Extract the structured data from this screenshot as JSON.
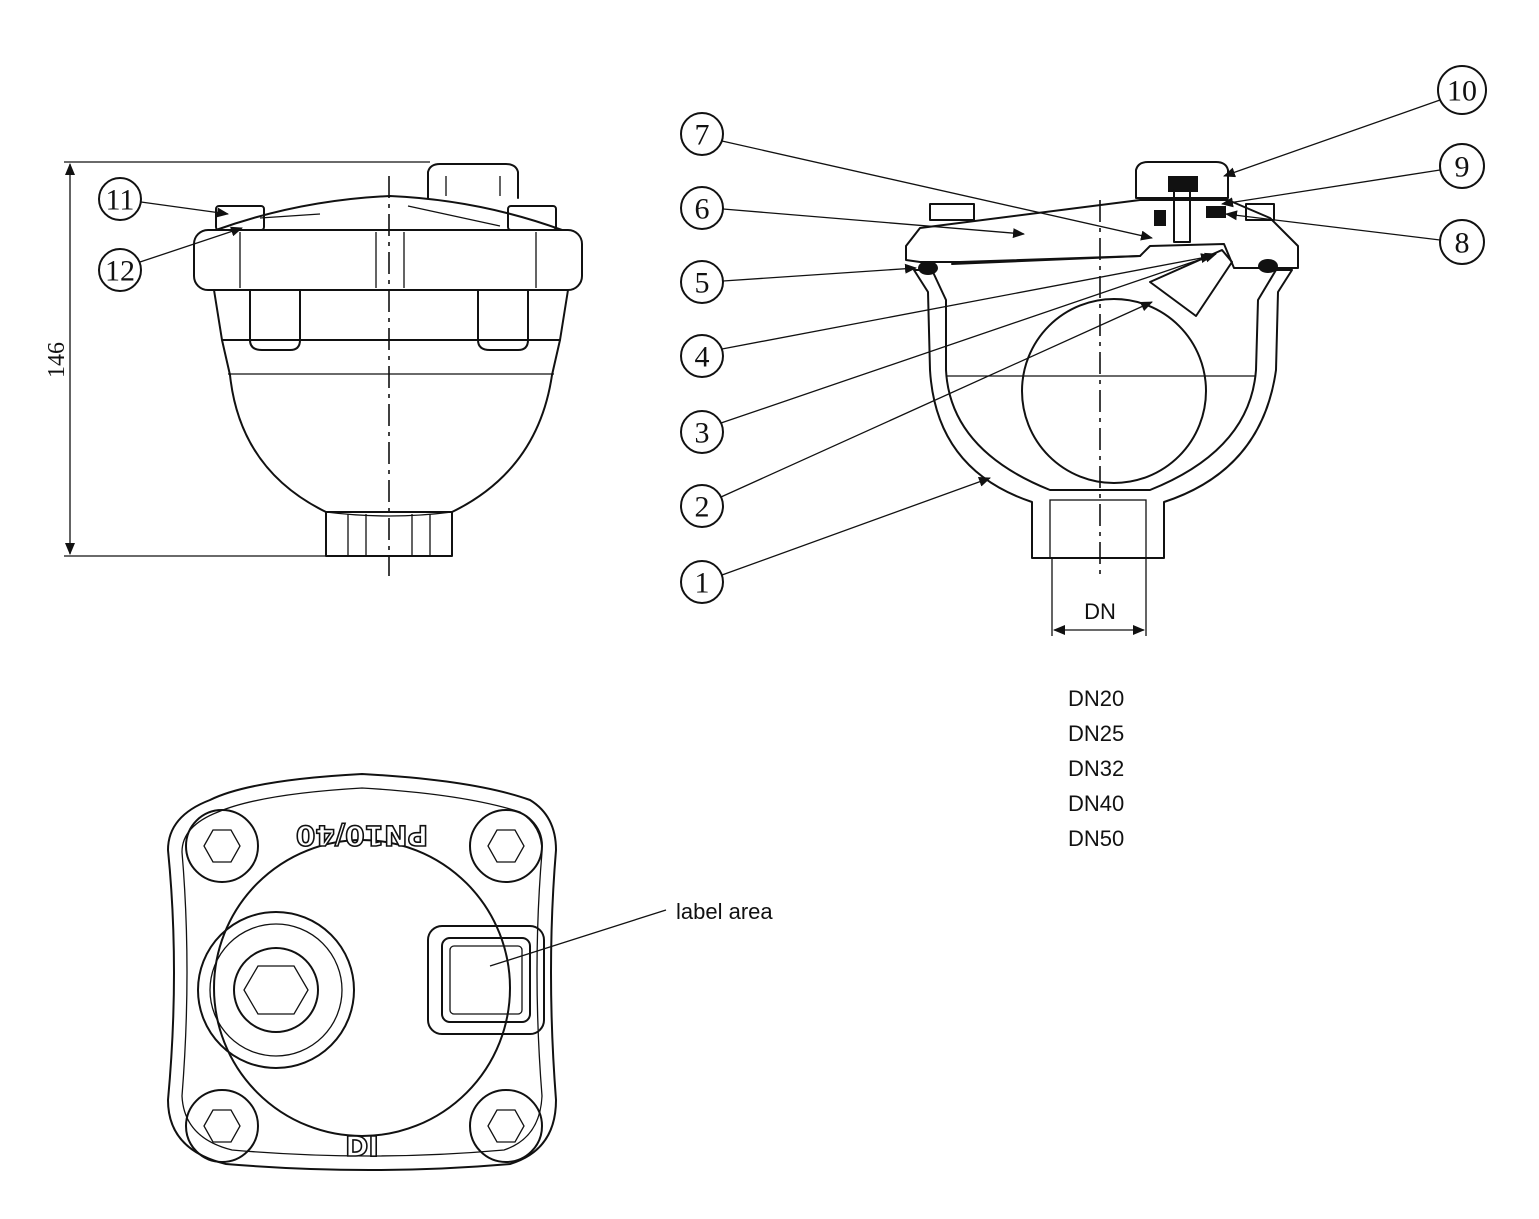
{
  "dimension_height": "146",
  "dimension_dn": "DN",
  "dn_sizes": [
    "DN20",
    "DN25",
    "DN32",
    "DN40",
    "DN50"
  ],
  "label_area": "label area",
  "casting_marks": {
    "pressure": "PN10/40",
    "material": "DI"
  },
  "part_numbers": [
    "1",
    "2",
    "3",
    "4",
    "5",
    "6",
    "7",
    "8",
    "9",
    "10",
    "11",
    "12"
  ]
}
